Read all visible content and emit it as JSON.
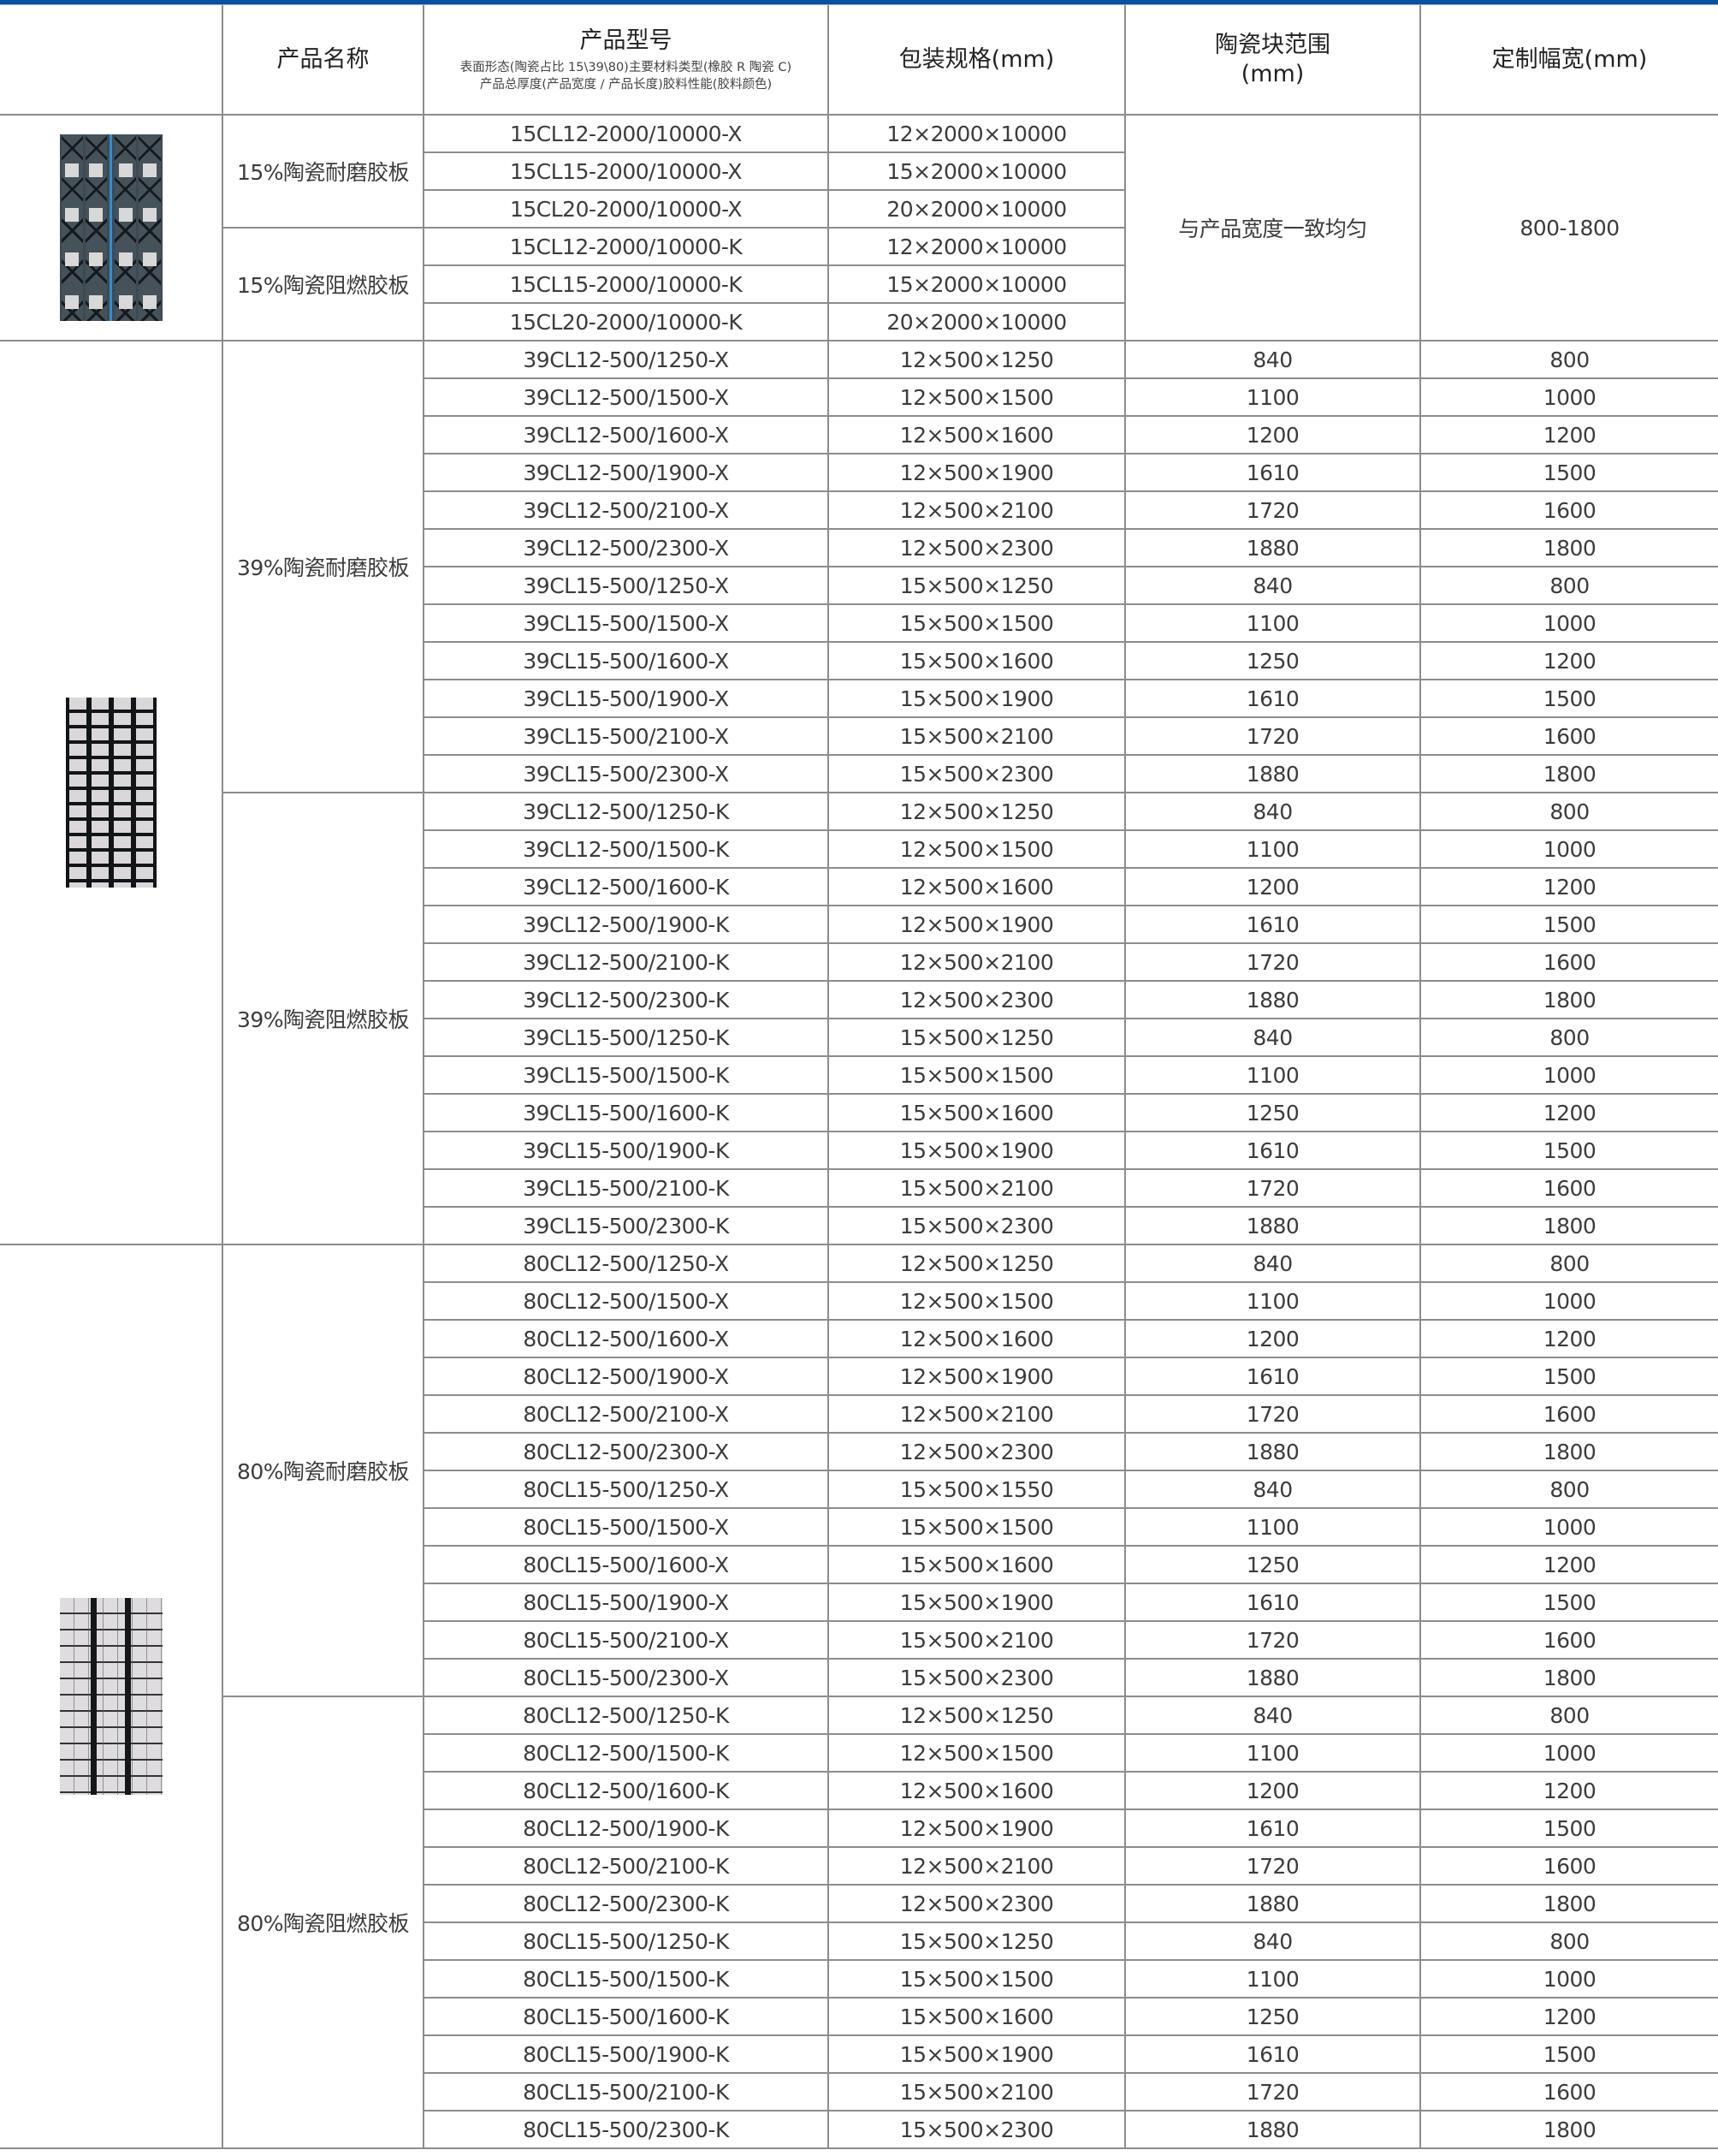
{
  "header": {
    "accent_color": "#0b4fa0",
    "columns": {
      "image": "",
      "name": "产品名称",
      "model": "产品型号",
      "model_note_line1": "表面形态(陶瓷占比 15\\39\\80)主要材料类型(橡胶 R 陶瓷 C)",
      "model_note_line2": "产品总厚度(产品宽度 / 产品长度)胶料性能(胶料颜色)",
      "package": "包装规格(mm)",
      "ceramic_range": "陶瓷块范围",
      "ceramic_range_unit": "(mm)",
      "custom_width": "定制幅宽(mm)"
    }
  },
  "sections": [
    {
      "image_icon": "ceramic-15-rubber-sheet-image",
      "ceramic_range_merged": "与产品宽度一致均匀",
      "custom_width_merged": "800-1800",
      "groups": [
        {
          "name": "15%陶瓷耐磨胶板",
          "rows": [
            {
              "model": "15CL12-2000/10000-X",
              "package": "12×2000×10000"
            },
            {
              "model": "15CL15-2000/10000-X",
              "package": "15×2000×10000"
            },
            {
              "model": "15CL20-2000/10000-X",
              "package": "20×2000×10000"
            }
          ]
        },
        {
          "name": "15%陶瓷阻燃胶板",
          "rows": [
            {
              "model": "15CL12-2000/10000-K",
              "package": "12×2000×10000"
            },
            {
              "model": "15CL15-2000/10000-K",
              "package": "15×2000×10000"
            },
            {
              "model": "15CL20-2000/10000-K",
              "package": "20×2000×10000"
            }
          ]
        }
      ]
    },
    {
      "image_icon": "ceramic-39-rubber-sheet-image",
      "groups": [
        {
          "name": "39%陶瓷耐磨胶板",
          "rows": [
            {
              "model": "39CL12-500/1250-X",
              "package": "12×500×1250",
              "range": "840",
              "width": "800"
            },
            {
              "model": "39CL12-500/1500-X",
              "package": "12×500×1500",
              "range": "1100",
              "width": "1000"
            },
            {
              "model": "39CL12-500/1600-X",
              "package": "12×500×1600",
              "range": "1200",
              "width": "1200"
            },
            {
              "model": "39CL12-500/1900-X",
              "package": "12×500×1900",
              "range": "1610",
              "width": "1500"
            },
            {
              "model": "39CL12-500/2100-X",
              "package": "12×500×2100",
              "range": "1720",
              "width": "1600"
            },
            {
              "model": "39CL12-500/2300-X",
              "package": "12×500×2300",
              "range": "1880",
              "width": "1800"
            },
            {
              "model": "39CL15-500/1250-X",
              "package": "15×500×1250",
              "range": "840",
              "width": "800"
            },
            {
              "model": "39CL15-500/1500-X",
              "package": "15×500×1500",
              "range": "1100",
              "width": "1000"
            },
            {
              "model": "39CL15-500/1600-X",
              "package": "15×500×1600",
              "range": "1250",
              "width": "1200"
            },
            {
              "model": "39CL15-500/1900-X",
              "package": "15×500×1900",
              "range": "1610",
              "width": "1500"
            },
            {
              "model": "39CL15-500/2100-X",
              "package": "15×500×2100",
              "range": "1720",
              "width": "1600"
            },
            {
              "model": "39CL15-500/2300-X",
              "package": "15×500×2300",
              "range": "1880",
              "width": "1800"
            }
          ]
        },
        {
          "name": "39%陶瓷阻燃胶板",
          "rows": [
            {
              "model": "39CL12-500/1250-K",
              "package": "12×500×1250",
              "range": "840",
              "width": "800"
            },
            {
              "model": "39CL12-500/1500-K",
              "package": "12×500×1500",
              "range": "1100",
              "width": "1000"
            },
            {
              "model": "39CL12-500/1600-K",
              "package": "12×500×1600",
              "range": "1200",
              "width": "1200"
            },
            {
              "model": "39CL12-500/1900-K",
              "package": "12×500×1900",
              "range": "1610",
              "width": "1500"
            },
            {
              "model": "39CL12-500/2100-K",
              "package": "12×500×2100",
              "range": "1720",
              "width": "1600"
            },
            {
              "model": "39CL12-500/2300-K",
              "package": "12×500×2300",
              "range": "1880",
              "width": "1800"
            },
            {
              "model": "39CL15-500/1250-K",
              "package": "15×500×1250",
              "range": "840",
              "width": "800"
            },
            {
              "model": "39CL15-500/1500-K",
              "package": "15×500×1500",
              "range": "1100",
              "width": "1000"
            },
            {
              "model": "39CL15-500/1600-K",
              "package": "15×500×1600",
              "range": "1250",
              "width": "1200"
            },
            {
              "model": "39CL15-500/1900-K",
              "package": "15×500×1900",
              "range": "1610",
              "width": "1500"
            },
            {
              "model": "39CL15-500/2100-K",
              "package": "15×500×2100",
              "range": "1720",
              "width": "1600"
            },
            {
              "model": "39CL15-500/2300-K",
              "package": "15×500×2300",
              "range": "1880",
              "width": "1800"
            }
          ]
        }
      ]
    },
    {
      "image_icon": "ceramic-80-rubber-sheet-image",
      "groups": [
        {
          "name": "80%陶瓷耐磨胶板",
          "rows": [
            {
              "model": "80CL12-500/1250-X",
              "package": "12×500×1250",
              "range": "840",
              "width": "800"
            },
            {
              "model": "80CL12-500/1500-X",
              "package": "12×500×1500",
              "range": "1100",
              "width": "1000"
            },
            {
              "model": "80CL12-500/1600-X",
              "package": "12×500×1600",
              "range": "1200",
              "width": "1200"
            },
            {
              "model": "80CL12-500/1900-X",
              "package": "12×500×1900",
              "range": "1610",
              "width": "1500"
            },
            {
              "model": "80CL12-500/2100-X",
              "package": "12×500×2100",
              "range": "1720",
              "width": "1600"
            },
            {
              "model": "80CL12-500/2300-X",
              "package": "12×500×2300",
              "range": "1880",
              "width": "1800"
            },
            {
              "model": "80CL15-500/1250-X",
              "package": "15×500×1550",
              "range": "840",
              "width": "800"
            },
            {
              "model": "80CL15-500/1500-X",
              "package": "15×500×1500",
              "range": "1100",
              "width": "1000"
            },
            {
              "model": "80CL15-500/1600-X",
              "package": "15×500×1600",
              "range": "1250",
              "width": "1200"
            },
            {
              "model": "80CL15-500/1900-X",
              "package": "15×500×1900",
              "range": "1610",
              "width": "1500"
            },
            {
              "model": "80CL15-500/2100-X",
              "package": "15×500×2100",
              "range": "1720",
              "width": "1600"
            },
            {
              "model": "80CL15-500/2300-X",
              "package": "15×500×2300",
              "range": "1880",
              "width": "1800"
            }
          ]
        },
        {
          "name": "80%陶瓷阻燃胶板",
          "rows": [
            {
              "model": "80CL12-500/1250-K",
              "package": "12×500×1250",
              "range": "840",
              "width": "800"
            },
            {
              "model": "80CL12-500/1500-K",
              "package": "12×500×1500",
              "range": "1100",
              "width": "1000"
            },
            {
              "model": "80CL12-500/1600-K",
              "package": "12×500×1600",
              "range": "1200",
              "width": "1200"
            },
            {
              "model": "80CL12-500/1900-K",
              "package": "12×500×1900",
              "range": "1610",
              "width": "1500"
            },
            {
              "model": "80CL12-500/2100-K",
              "package": "12×500×2100",
              "range": "1720",
              "width": "1600"
            },
            {
              "model": "80CL12-500/2300-K",
              "package": "12×500×2300",
              "range": "1880",
              "width": "1800"
            },
            {
              "model": "80CL15-500/1250-K",
              "package": "15×500×1250",
              "range": "840",
              "width": "800"
            },
            {
              "model": "80CL15-500/1500-K",
              "package": "15×500×1500",
              "range": "1100",
              "width": "1000"
            },
            {
              "model": "80CL15-500/1600-K",
              "package": "15×500×1600",
              "range": "1250",
              "width": "1200"
            },
            {
              "model": "80CL15-500/1900-K",
              "package": "15×500×1900",
              "range": "1610",
              "width": "1500"
            },
            {
              "model": "80CL15-500/2100-K",
              "package": "15×500×2100",
              "range": "1720",
              "width": "1600"
            },
            {
              "model": "80CL15-500/2300-K",
              "package": "15×500×2300",
              "range": "1880",
              "width": "1800"
            }
          ]
        }
      ]
    }
  ]
}
